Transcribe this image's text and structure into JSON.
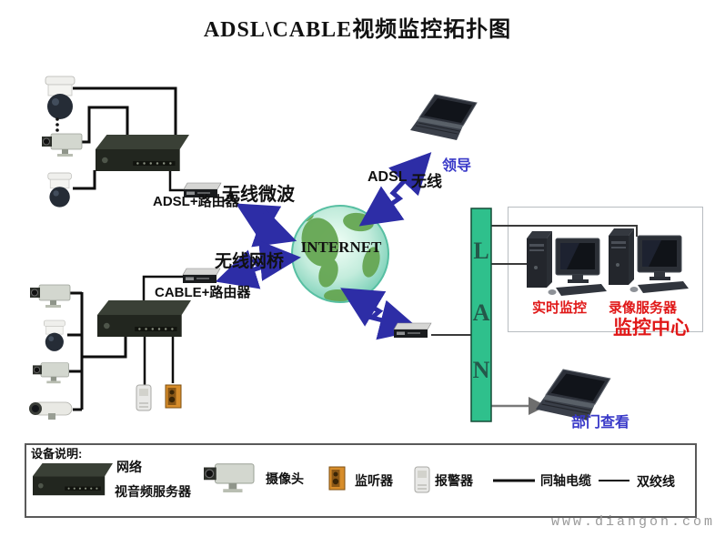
{
  "title": "ADSL\\CABLE视频监控拓扑图",
  "internet": {
    "label": "INTERNET"
  },
  "lan": {
    "letters": [
      "L",
      "A",
      "N"
    ],
    "bar_color": "#2fc08c"
  },
  "links": {
    "wireless_microwave": "无线微波",
    "wireless_bridge": "无线网桥",
    "adsl": "ADSL",
    "wireless": "无线"
  },
  "devices": {
    "adsl_router": "ADSL+路由器",
    "cable_router": "CABLE+路由器",
    "leader_laptop": "领导",
    "dept_view_laptop": "部门查看",
    "realtime_monitor": "实时监控",
    "record_server": "录像服务器",
    "monitor_center": "监控中心"
  },
  "legend": {
    "header": "设备说明:",
    "server_line1": "网络",
    "server_line2": "视音频服务器",
    "camera": "摄像头",
    "listener": "监听器",
    "alarm": "报警器",
    "coaxial": "同轴电缆",
    "twisted_pair": "双绞线"
  },
  "watermark": "www.diangon.com",
  "colors": {
    "bolt_blue": "#2d2da6",
    "label_blue": "#3939c8",
    "label_red": "#e01818",
    "lan_green": "#2fc08c"
  }
}
